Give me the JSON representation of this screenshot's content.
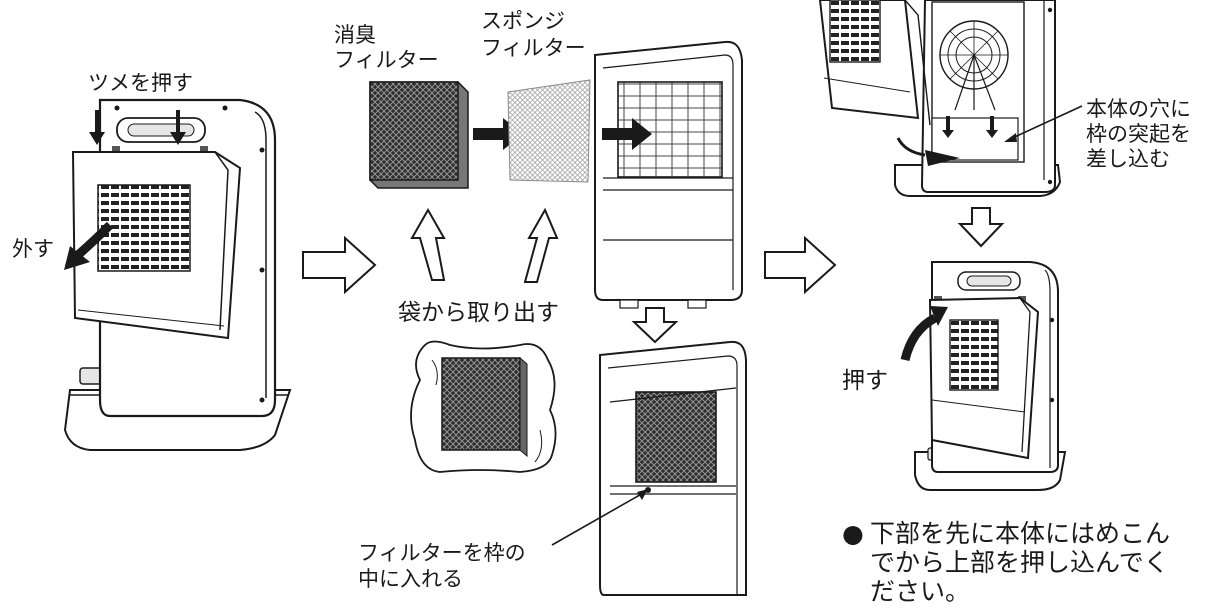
{
  "labels": {
    "press_tabs": "ツメを押す",
    "remove": "外す",
    "deodorizing_filter_l1": "消臭",
    "deodorizing_filter_l2": "フィルター",
    "sponge_filter_l1": "スポンジ",
    "sponge_filter_l2": "フィルター",
    "take_out_of_bag": "袋から取り出す",
    "put_filter_in_frame_l1": "フィルターを枠の",
    "put_filter_in_frame_l2": "中に入れる",
    "insert_protrusions_l1": "本体の穴に",
    "insert_protrusions_l2": "枠の突起を",
    "insert_protrusions_l3": "差し込む",
    "push": "押す"
  },
  "note": {
    "bullet": "●",
    "line1": "下部を先に本体にはめこん",
    "line2": "でから上部を押し込んでく",
    "line3": "ださい。"
  },
  "colors": {
    "line": "#1a1a1a",
    "filter_dark": "#3a3a3a",
    "panel_fill": "#ffffff",
    "shade": "#e6e6e6"
  }
}
